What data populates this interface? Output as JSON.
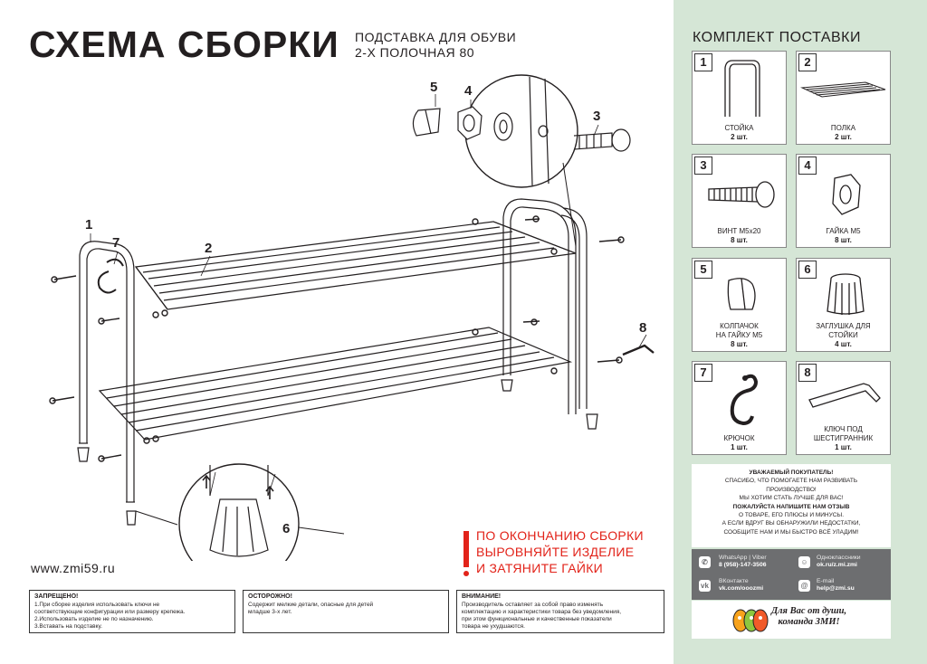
{
  "header": {
    "title": "СХЕМА СБОРКИ",
    "subtitle_line1": "ПОДСТАВКА ДЛЯ ОБУВИ",
    "subtitle_line2": "2-Х ПОЛОЧНАЯ 80"
  },
  "callouts": {
    "n1": "1",
    "n2": "2",
    "n3": "3",
    "n4": "4",
    "n5": "5",
    "n6": "6",
    "n7": "7",
    "n8": "8"
  },
  "website": "www.zmi59.ru",
  "final_note": {
    "line1": "ПО ОКОНЧАНИЮ СБОРКИ",
    "line2": "ВЫРОВНЯЙТЕ ИЗДЕЛИЕ",
    "line3": "И ЗАТЯНИТЕ ГАЙКИ"
  },
  "warnings": {
    "forbidden": {
      "title": "ЗАПРЕЩЕНО!",
      "l1": "1.При сборке изделия использовать ключи не",
      "l2": "соответствующие конфигурации или размеру крепежа.",
      "l3": "2.Использовать изделие не по назначению.",
      "l4": "3.Вставать на подставку."
    },
    "caution": {
      "title": "ОСТОРОЖНО!",
      "l1": "Содержит мелкие детали, опасные для детей",
      "l2": "младше 3-х лет."
    },
    "attention": {
      "title": "ВНИМАНИЕ!",
      "l1": "Производитель оставляет за собой право изменять",
      "l2": "комплектацию и характеристики товара без уведомления,",
      "l3": "при этом функциональные и качественные показатели",
      "l4": "товара не ухудшаются."
    }
  },
  "kit": {
    "title": "КОМПЛЕКТ ПОСТАВКИ",
    "items": [
      {
        "num": "1",
        "name1": "СТОЙКА",
        "name2": "",
        "qty": "2 шт."
      },
      {
        "num": "2",
        "name1": "ПОЛКА",
        "name2": "",
        "qty": "2 шт."
      },
      {
        "num": "3",
        "name1": "ВИНТ М5х20",
        "name2": "",
        "qty": "8 шт."
      },
      {
        "num": "4",
        "name1": "ГАЙКА М5",
        "name2": "",
        "qty": "8 шт."
      },
      {
        "num": "5",
        "name1": "КОЛПАЧОК",
        "name2": "НА ГАЙКУ М5",
        "qty": "8 шт."
      },
      {
        "num": "6",
        "name1": "ЗАГЛУШКА ДЛЯ",
        "name2": "СТОЙКИ",
        "qty": "4 шт."
      },
      {
        "num": "7",
        "name1": "КРЮЧОК",
        "name2": "",
        "qty": "1 шт."
      },
      {
        "num": "8",
        "name1": "КЛЮЧ ПОД",
        "name2": "ШЕСТИГРАННИК",
        "qty": "1 шт."
      }
    ]
  },
  "feedback": {
    "l1": "УВАЖАЕМЫЙ ПОКУПАТЕЛЬ!",
    "l2": "СПАСИБО, ЧТО ПОМОГАЕТЕ НАМ РАЗВИВАТЬ",
    "l3": "ПРОИЗВОДСТВО!",
    "l4": "МЫ ХОТИМ СТАТЬ ЛУЧШЕ ДЛЯ ВАС!",
    "l5": "ПОЖАЛУЙСТА НАПИШИТЕ НАМ ОТЗЫВ",
    "l6": "О ТОВАРЕ, ЕГО ПЛЮСЫ И МИНУСЫ.",
    "l7": "А ЕСЛИ ВДРУГ ВЫ ОБНАРУЖИЛИ НЕДОСТАТКИ,",
    "l8": "СООБЩИТЕ НАМ И МЫ БЫСТРО ВСЁ УЛАДИМ!"
  },
  "contacts": {
    "whatsapp_label": "WhatsApp | Viber",
    "whatsapp_value": "8 (958)-147-3506",
    "ok_label": "Одноклассники",
    "ok_value": "ok.ru/z.mi.zmi",
    "vk_label": "ВКонтакте",
    "vk_value": "vk.com/ooozmi",
    "email_label": "E-mail",
    "email_value": "help@zmi.su"
  },
  "slogan": {
    "l1": "Для Вас от души,",
    "l2": "команда ЗМИ!"
  },
  "colors": {
    "accent_red": "#e2231a",
    "panel_green": "#d5e6d6",
    "contacts_gray": "#6d6e70"
  }
}
